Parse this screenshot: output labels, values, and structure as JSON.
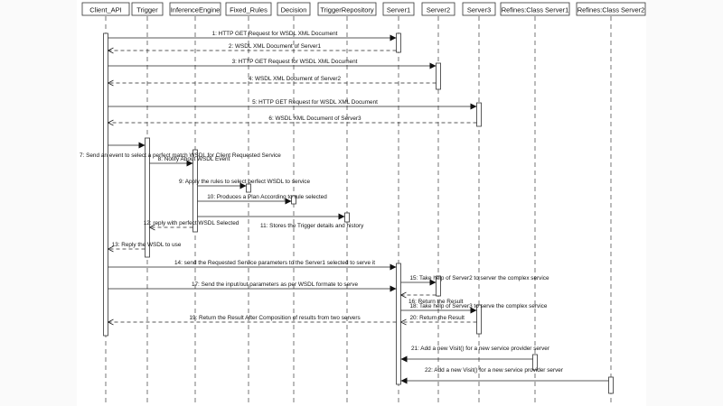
{
  "participants": [
    "Client_API",
    "Trigger",
    "InferenceEngine",
    "Fixed_Rules",
    "Decision",
    "TriggerRepository",
    "Server1",
    "Server2",
    "Server3",
    "Refines:Class Server1",
    "Refines:Class Server2"
  ],
  "messages": [
    {
      "id": 1,
      "text": "1: HTTP GET Request for WSDL XML Document",
      "from": "Client_API",
      "to": "Server1",
      "kind": "call"
    },
    {
      "id": 2,
      "text": "2: WSDL XML Document of Server1",
      "from": "Server1",
      "to": "Client_API",
      "kind": "return"
    },
    {
      "id": 3,
      "text": "3: HTTP GET Request for WSDL XML Document",
      "from": "Client_API",
      "to": "Server2",
      "kind": "call"
    },
    {
      "id": 4,
      "text": "4: WSDL XML Document of Server2",
      "from": "Server2",
      "to": "Client_API",
      "kind": "return"
    },
    {
      "id": 5,
      "text": "5: HTTP GET Request for WSDL XML Document",
      "from": "Client_API",
      "to": "Server3",
      "kind": "call"
    },
    {
      "id": 6,
      "text": "6: WSDL XML Document of Server3",
      "from": "Server3",
      "to": "Client_API",
      "kind": "return"
    },
    {
      "id": 7,
      "text": "7: Send an event to select a perfect match WSDL for Client Requested Service",
      "from": "Client_API",
      "to": "Trigger",
      "kind": "call"
    },
    {
      "id": 8,
      "text": "8: Notify About WSDL Event",
      "from": "Trigger",
      "to": "InferenceEngine",
      "kind": "call"
    },
    {
      "id": 9,
      "text": "9: Apply the rules to select perfect WSDL to service",
      "from": "InferenceEngine",
      "to": "Fixed_Rules",
      "kind": "call"
    },
    {
      "id": 10,
      "text": "10: Produces a Plan According to rule selected",
      "from": "InferenceEngine",
      "to": "Decision",
      "kind": "call"
    },
    {
      "id": 11,
      "text": "11: Stores the Trigger details and history",
      "from": "InferenceEngine",
      "to": "TriggerRepository",
      "kind": "call"
    },
    {
      "id": 12,
      "text": "12: reply with perfect WSDL Selected",
      "from": "InferenceEngine",
      "to": "Trigger",
      "kind": "return"
    },
    {
      "id": 13,
      "text": "13: Reply the WSDL to use",
      "from": "Trigger",
      "to": "Client_API",
      "kind": "return"
    },
    {
      "id": 14,
      "text": "14: send the Requested Service parameters to the Server1 selected to serve it",
      "from": "Client_API",
      "to": "Server1",
      "kind": "call"
    },
    {
      "id": 15,
      "text": "15: Take help of Server2 to server the complex service",
      "from": "Server1",
      "to": "Server2",
      "kind": "call"
    },
    {
      "id": 16,
      "text": "16: Return the Result",
      "from": "Server2",
      "to": "Server1",
      "kind": "return"
    },
    {
      "id": 17,
      "text": "17: Send the input/out parameters as per WSDL formate to serve",
      "from": "Client_API",
      "to": "Server1",
      "kind": "call"
    },
    {
      "id": 18,
      "text": "18: Take help of Server3 to serve the complex service",
      "from": "Server1",
      "to": "Server3",
      "kind": "call"
    },
    {
      "id": 19,
      "text": "19: Return the Result After Composition of results from two servers",
      "from": "Server1",
      "to": "Client_API",
      "kind": "return"
    },
    {
      "id": 20,
      "text": "20: Return the Result",
      "from": "Server3",
      "to": "Server1",
      "kind": "return"
    },
    {
      "id": 21,
      "text": "21: Add a new Visit() for a new service provider server",
      "from": "Refines:Class Server1",
      "to": "Server1",
      "kind": "call"
    },
    {
      "id": 22,
      "text": "22: Add a new Visit() for a new service provider server",
      "from": "Refines:Class Server2",
      "to": "Server1",
      "kind": "call"
    }
  ]
}
